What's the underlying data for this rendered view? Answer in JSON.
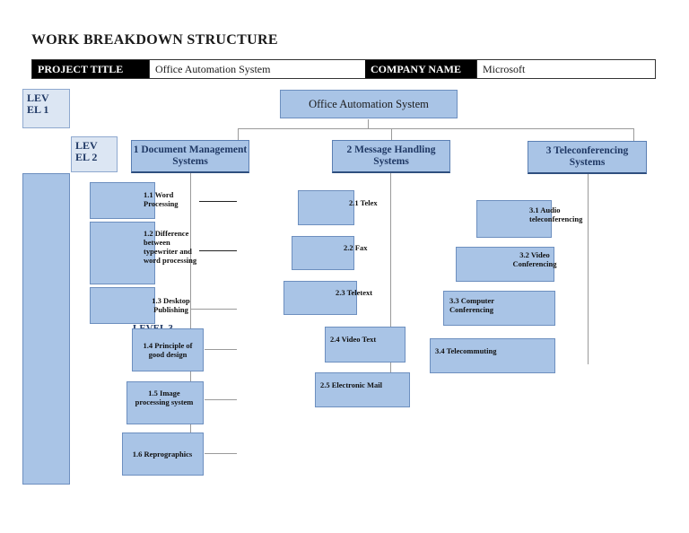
{
  "doc": {
    "title": "WORK BREAKDOWN STRUCTURE",
    "project_title_label": "PROJECT TITLE",
    "project_title_value": "Office Automation System",
    "company_name_label": "COMPANY NAME",
    "company_name_value": "Microsoft"
  },
  "levels": {
    "level1": "LEV EL 1",
    "level2": "LEV EL 2",
    "level3": "LEVEL 3"
  },
  "root": {
    "label": "Office Automation System"
  },
  "branches": [
    {
      "label": "1 Document Management Systems",
      "children": [
        "1.1 Word Processing",
        "1.2 Difference between typewriter and word processing",
        "1.3 Desktop Publishing",
        "1.4 Principle of good design",
        "1.5 Image processing system",
        "1.6 Reprographics"
      ]
    },
    {
      "label": "2 Message Handling Systems",
      "children": [
        "2.1 Telex",
        "2.2 Fax",
        "2.3 Teletext",
        "2.4 Video Text",
        "2.5 Electronic Mail"
      ]
    },
    {
      "label": "3 Teleconferencing Systems",
      "children": [
        "3.1 Audio teleconferencing",
        "3.2 Video Conferencing",
        "3.3 Computer Conferencing",
        "3.4 Telecommuting"
      ]
    }
  ]
}
